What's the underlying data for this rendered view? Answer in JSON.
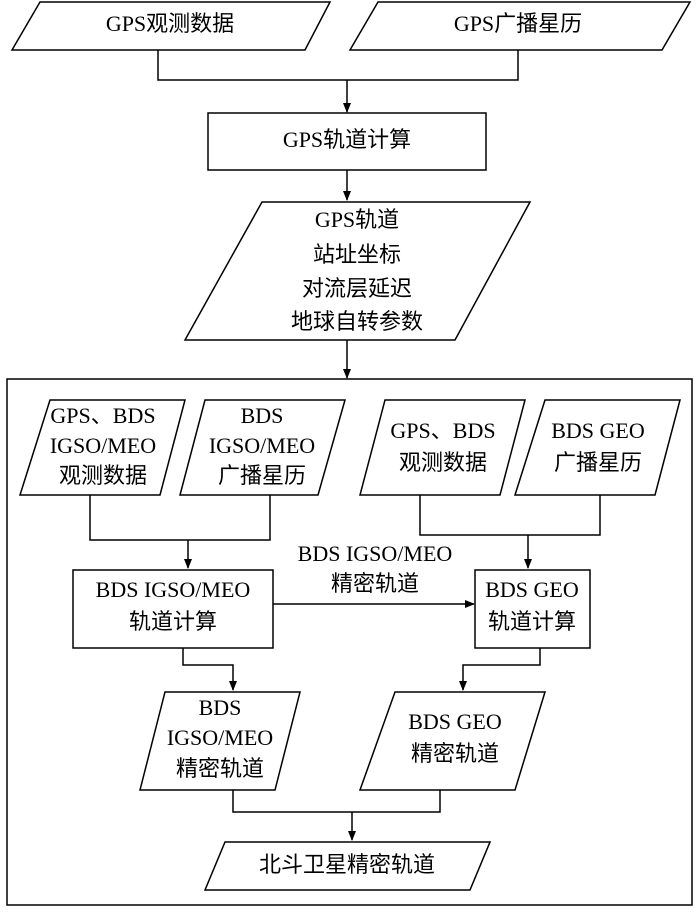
{
  "nodes": {
    "gps_obs": [
      "GPS观测数据"
    ],
    "gps_nav": [
      "GPS广播星历"
    ],
    "gps_orbit_calc": [
      "GPS轨道计算"
    ],
    "gps_products": [
      "GPS轨道",
      "站址坐标",
      "对流层延迟",
      "地球自转参数"
    ],
    "obs_igso_meo": [
      "GPS、BDS",
      "IGSO/MEO",
      "观测数据"
    ],
    "nav_igso_meo": [
      "BDS",
      "IGSO/MEO",
      "广播星历"
    ],
    "obs_geo": [
      "GPS、BDS",
      "观测数据"
    ],
    "nav_geo": [
      "BDS GEO",
      "广播星历"
    ],
    "calc_igso_meo": [
      "BDS IGSO/MEO",
      "轨道计算"
    ],
    "calc_geo": [
      "BDS GEO",
      "轨道计算"
    ],
    "edge_label": [
      "BDS IGSO/MEO",
      "精密轨道"
    ],
    "precise_igso_meo": [
      "BDS",
      "IGSO/MEO",
      "精密轨道"
    ],
    "precise_geo": [
      "BDS GEO",
      "精密轨道"
    ],
    "final": [
      "北斗卫星精密轨道"
    ]
  }
}
